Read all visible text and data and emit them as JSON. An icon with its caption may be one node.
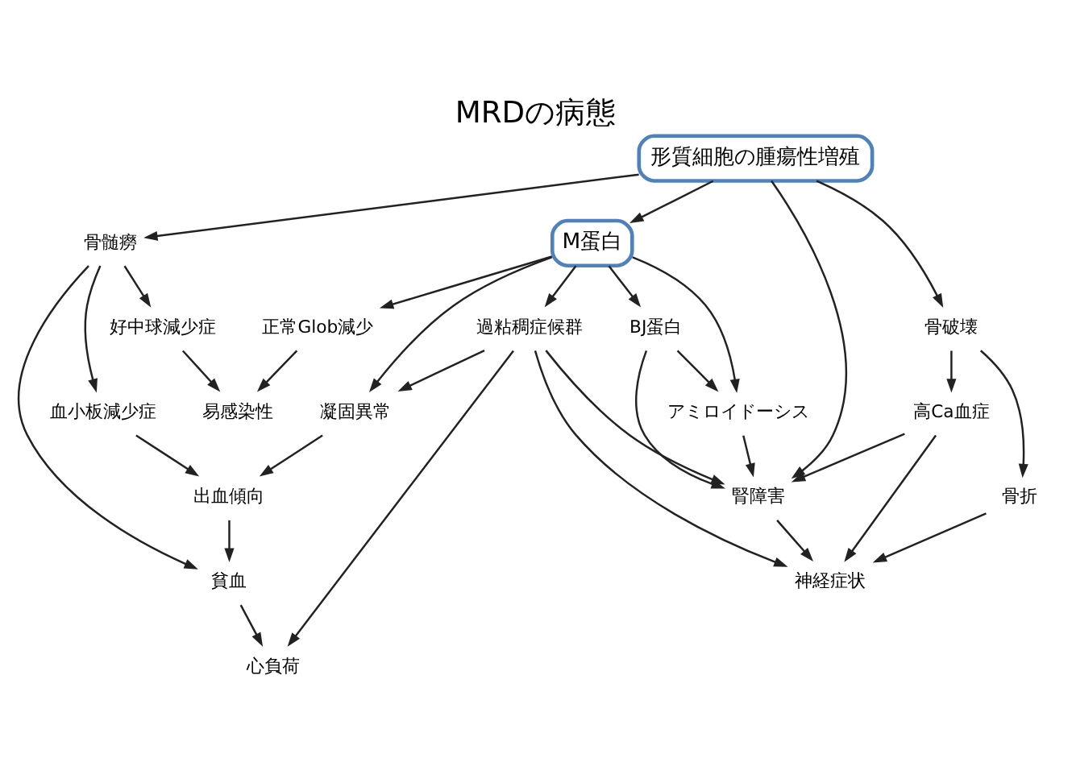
{
  "diagram": {
    "title": "MRDの病態",
    "nodes": [
      {
        "text": [
          "形質細胞の腫瘍性増殖"
        ]
      },
      {
        "text": [
          "M蛋白"
        ]
      },
      {
        "text": [
          "骨髄癆"
        ]
      },
      {
        "text": [
          "貧血"
        ]
      },
      {
        "text": [
          "心負荷"
        ]
      },
      {
        "text": [
          "血小板減少症"
        ]
      },
      {
        "text": [
          "好中球減少症"
        ]
      },
      {
        "text": [
          "出血傾向"
        ]
      },
      {
        "text": [
          "易感染性"
        ]
      },
      {
        "text": [
          "凝固異常"
        ]
      },
      {
        "text": [
          "正常Glob減少"
        ]
      },
      {
        "text": [
          "過粘稠症候群"
        ]
      },
      {
        "text": [
          "骨破壊"
        ]
      },
      {
        "text": [
          "高Ca血症"
        ]
      },
      {
        "text": [
          "BJ蛋白"
        ]
      },
      {
        "text": [
          "骨折"
        ]
      },
      {
        "text": [
          "神経症状"
        ]
      },
      {
        "text": [
          "腎障害"
        ]
      },
      {
        "text": [
          "アミロイドーシス"
        ]
      }
    ],
    "edges": [
      {
        "from": 0,
        "to": 2,
        "arrow": "to"
      },
      {
        "from": 2,
        "to": 3,
        "arrow": "to"
      },
      {
        "from": 2,
        "to": 5,
        "arrow": "to"
      },
      {
        "from": 2,
        "to": 6,
        "arrow": "to"
      },
      {
        "from": 3,
        "to": 4,
        "arrow": "to"
      },
      {
        "from": 5,
        "to": 7,
        "arrow": "to"
      },
      {
        "from": 7,
        "to": 3,
        "arrow": "to"
      },
      {
        "from": 9,
        "to": 7,
        "arrow": "to"
      },
      {
        "from": 6,
        "to": 8,
        "arrow": "to"
      },
      {
        "from": 10,
        "to": 8,
        "arrow": "to"
      },
      {
        "from": 1,
        "to": 10,
        "arrow": "to"
      },
      {
        "from": 1,
        "to": 9,
        "arrow": "to"
      },
      {
        "from": 11,
        "to": 9,
        "arrow": "to"
      },
      {
        "from": 11,
        "to": 4,
        "arrow": "to"
      },
      {
        "from": 0,
        "to": 1,
        "arrow": "to"
      },
      {
        "from": 1,
        "to": 11,
        "arrow": "to"
      },
      {
        "from": 0,
        "to": 12,
        "arrow": "to"
      },
      {
        "from": 12,
        "to": 13,
        "arrow": "to"
      },
      {
        "from": 12,
        "to": 15,
        "arrow": "to"
      },
      {
        "from": 15,
        "to": 16,
        "arrow": "to"
      },
      {
        "from": 13,
        "to": 16,
        "arrow": "to"
      },
      {
        "from": 13,
        "to": 17,
        "arrow": "to"
      },
      {
        "from": 0,
        "to": 17,
        "arrow": "to"
      },
      {
        "from": 1,
        "to": 14,
        "arrow": "to"
      },
      {
        "from": 1,
        "to": 18,
        "arrow": "to"
      },
      {
        "from": 14,
        "to": 17,
        "arrow": "to"
      },
      {
        "from": 14,
        "to": 18,
        "arrow": "to"
      },
      {
        "from": 11,
        "to": 16,
        "arrow": "to"
      },
      {
        "from": 11,
        "to": 17,
        "arrow": "to"
      },
      {
        "from": 17,
        "to": 16,
        "arrow": "to"
      },
      {
        "from": 18,
        "to": 17,
        "arrow": "to"
      }
    ]
  }
}
